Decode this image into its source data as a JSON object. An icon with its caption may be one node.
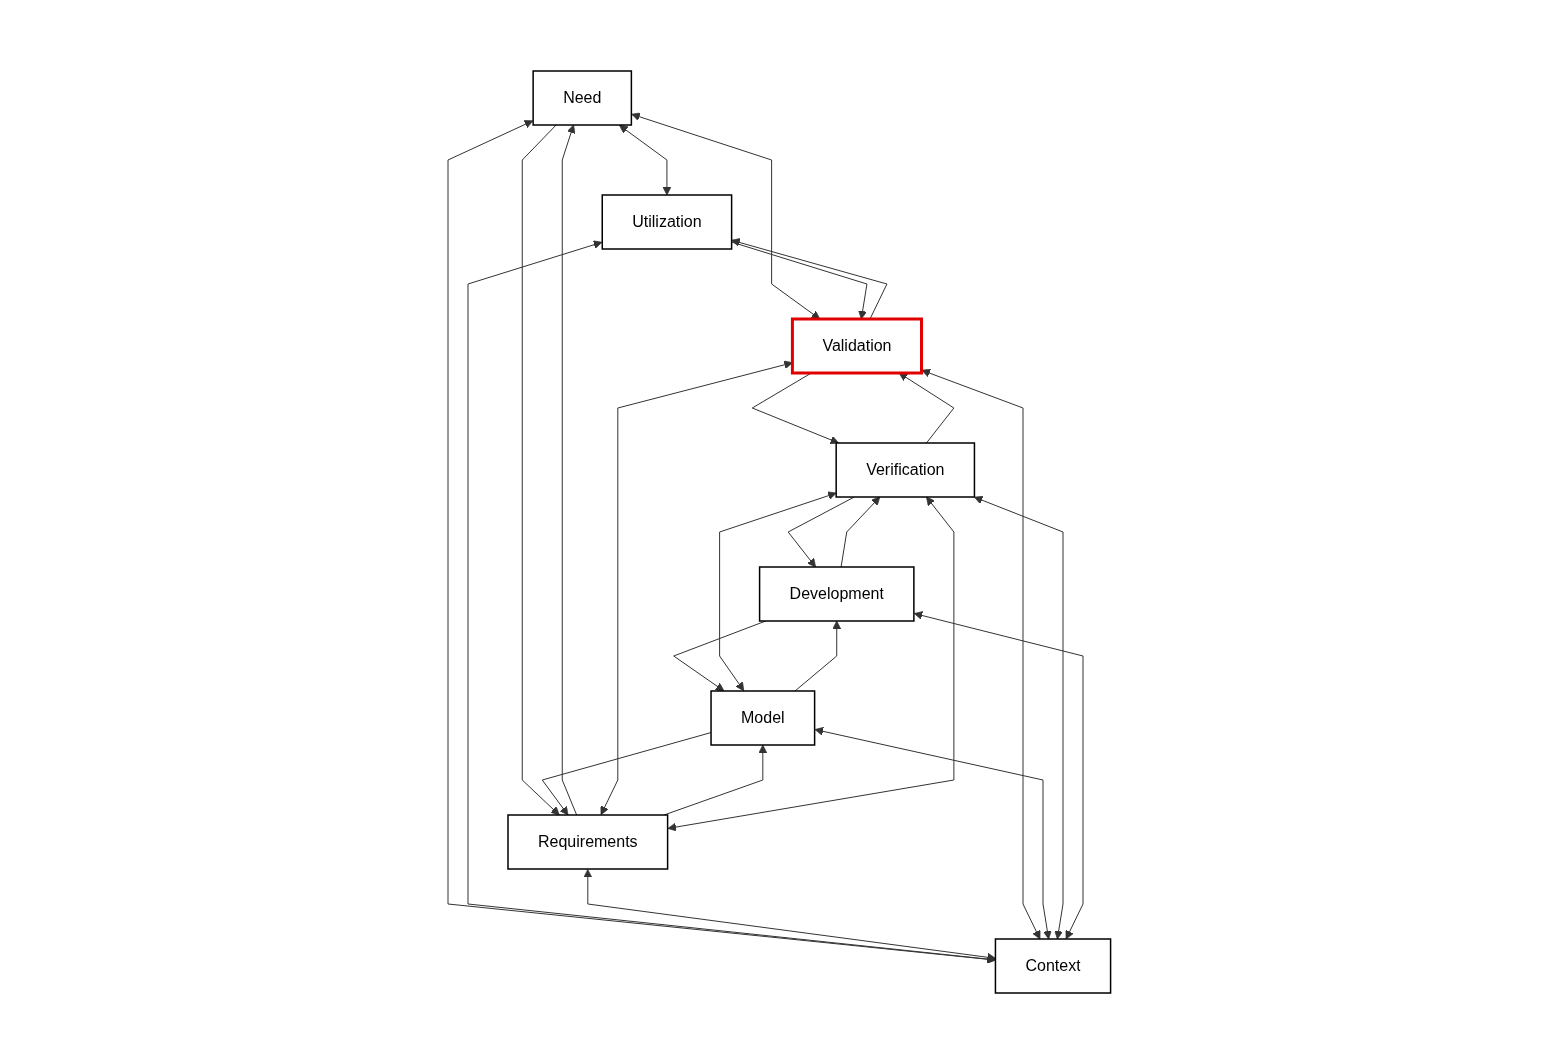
{
  "diagram": {
    "nodes": [
      {
        "text": [
          "Need"
        ]
      },
      {
        "text": [
          "Utilization"
        ]
      },
      {
        "text": [
          "Requirements"
        ]
      },
      {
        "text": [
          "Validation"
        ]
      },
      {
        "text": [
          "Model"
        ]
      },
      {
        "text": [
          "Verification"
        ]
      },
      {
        "text": [
          "Development"
        ]
      },
      {
        "text": [
          "Context"
        ]
      }
    ],
    "edges": [
      {
        "from": 0,
        "to": 1,
        "arrow": "both"
      },
      {
        "from": 0,
        "to": 2,
        "arrow": "to"
      },
      {
        "from": 2,
        "to": 0,
        "arrow": "to"
      },
      {
        "from": 0,
        "to": 3,
        "arrow": "both"
      },
      {
        "from": 0,
        "to": 7,
        "arrow": "both"
      },
      {
        "from": 1,
        "to": 3,
        "arrow": "to"
      },
      {
        "from": 3,
        "to": 1,
        "arrow": "to"
      },
      {
        "from": 1,
        "to": 7,
        "arrow": "both"
      },
      {
        "from": 2,
        "to": 3,
        "arrow": "both"
      },
      {
        "from": 2,
        "to": 4,
        "arrow": "to"
      },
      {
        "from": 4,
        "to": 2,
        "arrow": "to"
      },
      {
        "from": 2,
        "to": 5,
        "arrow": "both"
      },
      {
        "from": 2,
        "to": 7,
        "arrow": "both"
      },
      {
        "from": 3,
        "to": 5,
        "arrow": "to"
      },
      {
        "from": 5,
        "to": 3,
        "arrow": "to"
      },
      {
        "from": 3,
        "to": 7,
        "arrow": "both"
      },
      {
        "from": 4,
        "to": 5,
        "arrow": "both"
      },
      {
        "from": 4,
        "to": 6,
        "arrow": "to"
      },
      {
        "from": 6,
        "to": 4,
        "arrow": "to"
      },
      {
        "from": 4,
        "to": 7,
        "arrow": "both"
      },
      {
        "from": 5,
        "to": 6,
        "arrow": "to"
      },
      {
        "from": 6,
        "to": 5,
        "arrow": "to"
      },
      {
        "from": 5,
        "to": 7,
        "arrow": "both"
      },
      {
        "from": 6,
        "to": 7,
        "arrow": "both"
      }
    ]
  }
}
